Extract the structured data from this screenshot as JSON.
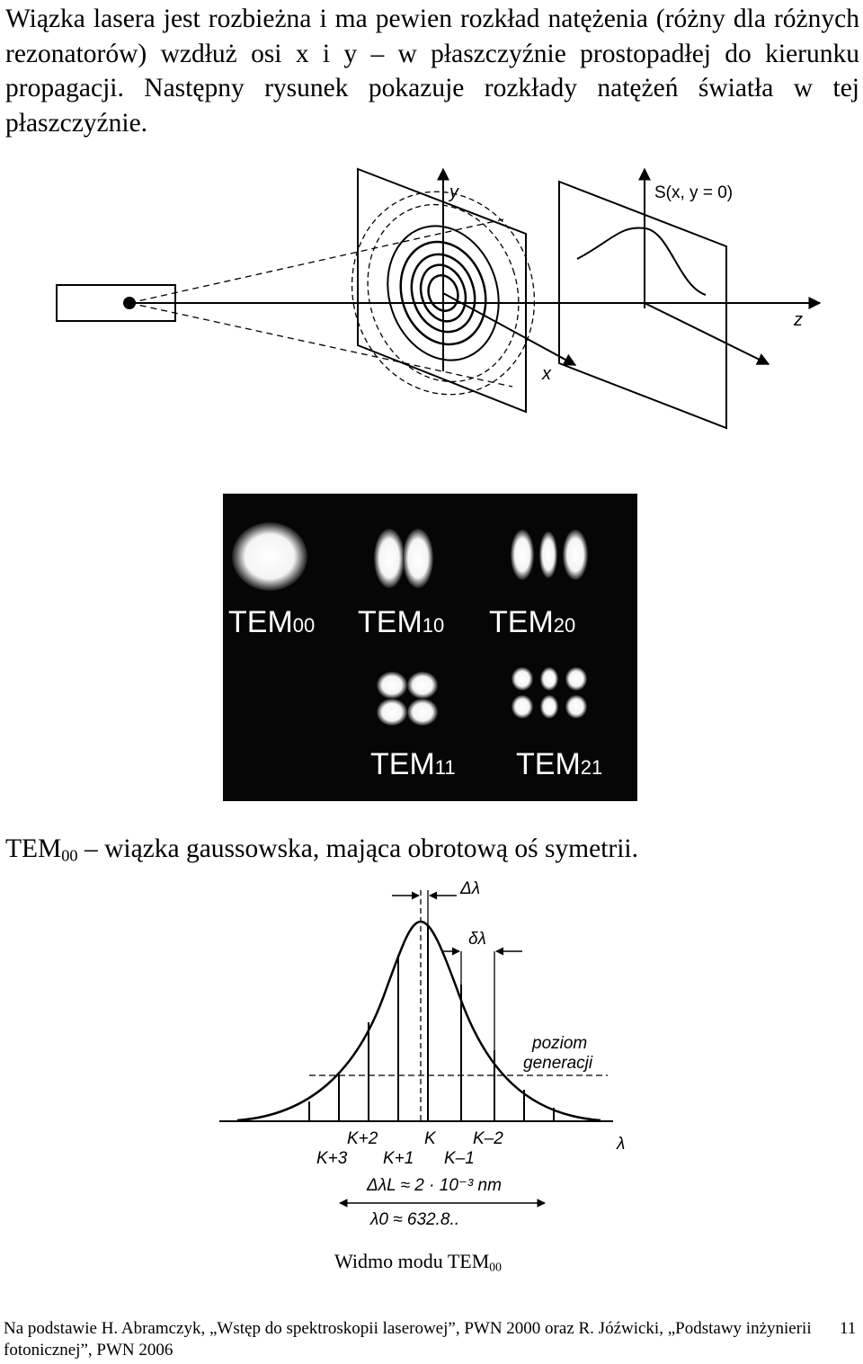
{
  "intro_paragraph": "Wiązka lasera jest rozbieżna i ma pewien rozkład natężenia (różny dla różnych rezonatorów) wzdłuż osi x i y – w płaszczyźnie prostopadłej do kierunku propagacji. Następny rysunek pokazuje rozkłady natężeń światła w tej płaszczyźnie.",
  "figure1": {
    "y_label": "y",
    "x_label": "x",
    "z_label": "z",
    "profile_label": "S(x, y = 0)"
  },
  "modes_photo": {
    "modes": [
      {
        "base": "TEM",
        "index": "00"
      },
      {
        "base": "TEM",
        "index": "10"
      },
      {
        "base": "TEM",
        "index": "20"
      },
      {
        "base": "TEM",
        "index": "11"
      },
      {
        "base": "TEM",
        "index": "21"
      }
    ]
  },
  "caption1": {
    "base": "TEM",
    "index": "00",
    "text": " – wiązka gaussowska, mająca obrotową oś symetrii."
  },
  "spectrum_figure": {
    "delta_lambda": "Δλ",
    "small_delta_lambda": "δλ",
    "level_line1": "poziom",
    "level_line2": "generacji",
    "lambda_axis": "λ",
    "modes_row1": [
      "K+2",
      "K",
      "K–2"
    ],
    "modes_row2": [
      "K+3",
      "K+1",
      "K–1"
    ],
    "spacing_formula": "ΔλL ≈ 2 · 10⁻³ nm",
    "center_formula": "λ0 ≈ 632.8.."
  },
  "caption2": {
    "base": "Widmo modu TEM",
    "index": "00"
  },
  "footer": {
    "text": "Na podstawie H. Abramczyk, „Wstęp do spektroskopii laserowej”, PWN 2000 oraz R. Jóźwicki, „Podstawy inżynierii fotonicznej”, PWN 2006",
    "page_number": "11"
  }
}
